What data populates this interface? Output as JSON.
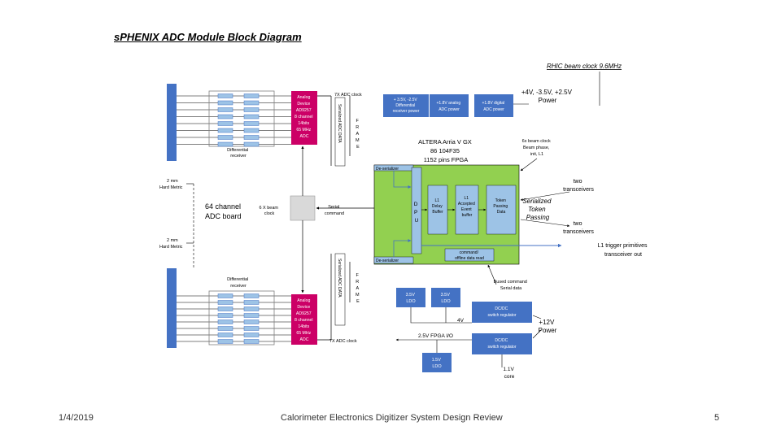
{
  "slide": {
    "title": "sPHENIX ADC Module Block Diagram",
    "date": "1/4/2019",
    "footer": "Calorimeter Electronics Digitizer System Design Review",
    "page_number": "5"
  },
  "colors": {
    "blue": "#4472c4",
    "magenta": "#cc0066",
    "green": "#92d050",
    "lightblue": "#9dc3e6",
    "gray": "#d9d9d9"
  },
  "diagram": {
    "rhic_clock": "RHIC beam clock 9.6MHz",
    "power_top": [
      "+4V, -3.5V, +2.5V",
      "Power"
    ],
    "differential_receiver": [
      "Differential",
      "receiver"
    ],
    "adc_chip": [
      "Analog",
      "Device",
      "AD9257",
      "8 channel",
      "14bits",
      "65 MHz",
      "ADC"
    ],
    "clock_7x": "7X ADC clock",
    "serialized_adc_data": "Serialized ADC DATA",
    "frame": [
      "F",
      "R",
      "A",
      "M",
      "E"
    ],
    "hard_metric_top": [
      "2 mm",
      "Hard Metric"
    ],
    "hard_metric_bottom": [
      "2 mm",
      "Hard Metric"
    ],
    "adc_board": [
      "64 channel",
      "ADC board"
    ],
    "beam_clock": [
      "6 X beam",
      "clock"
    ],
    "serial_command": [
      "Serial",
      "command"
    ],
    "diff_power": [
      "+ 3.5V, -2.5V",
      "Differential",
      "receiver power"
    ],
    "analog_power": [
      "+1.8V analog",
      "ADC power"
    ],
    "digital_power": [
      "+1.8V digital",
      "ADC power"
    ],
    "fpga": [
      "ALTERA Arria V GX",
      "86 104F35",
      "1152 pins FPGA"
    ],
    "deserializer": "De-serializer",
    "dpu": [
      "D",
      "P",
      "U"
    ],
    "l1_delay": [
      "L1",
      "Delay",
      "Buffer"
    ],
    "accepted_buffer": [
      "L1",
      "Accepted",
      "Event",
      "buffer"
    ],
    "token_passing": [
      "Token",
      "Passing",
      "Data"
    ],
    "command_readout": [
      "command/",
      "offline data read"
    ],
    "beam_clock_right": [
      "6x beam clock",
      "Beam phase,",
      "init, L1"
    ],
    "two_transceivers_top": [
      "two",
      "transceivers"
    ],
    "serialized_token": [
      "Serialized",
      "Token",
      "Passing"
    ],
    "two_transceivers_bottom": [
      "two",
      "transceivers"
    ],
    "l1_trigger": [
      "L1 trigger primitives",
      "transceiver out"
    ],
    "bused_command": [
      "Bused command",
      "Serial data"
    ],
    "ldo_35_left": [
      "3.5V",
      "LDO"
    ],
    "ldo_35_right": [
      "3.5V",
      "LDO"
    ],
    "dcdc_top": [
      "DC/DC",
      "switch regulator"
    ],
    "four_v": "4V",
    "plus_12v": [
      "+12V",
      "Power"
    ],
    "fpga_io": "2.5V FPGA I/O",
    "dcdc_bottom": [
      "DC/DC",
      "switch regulator"
    ],
    "ldo_15": [
      "1.5V",
      "LDO"
    ],
    "core_11": [
      "1.1V",
      "core"
    ]
  }
}
